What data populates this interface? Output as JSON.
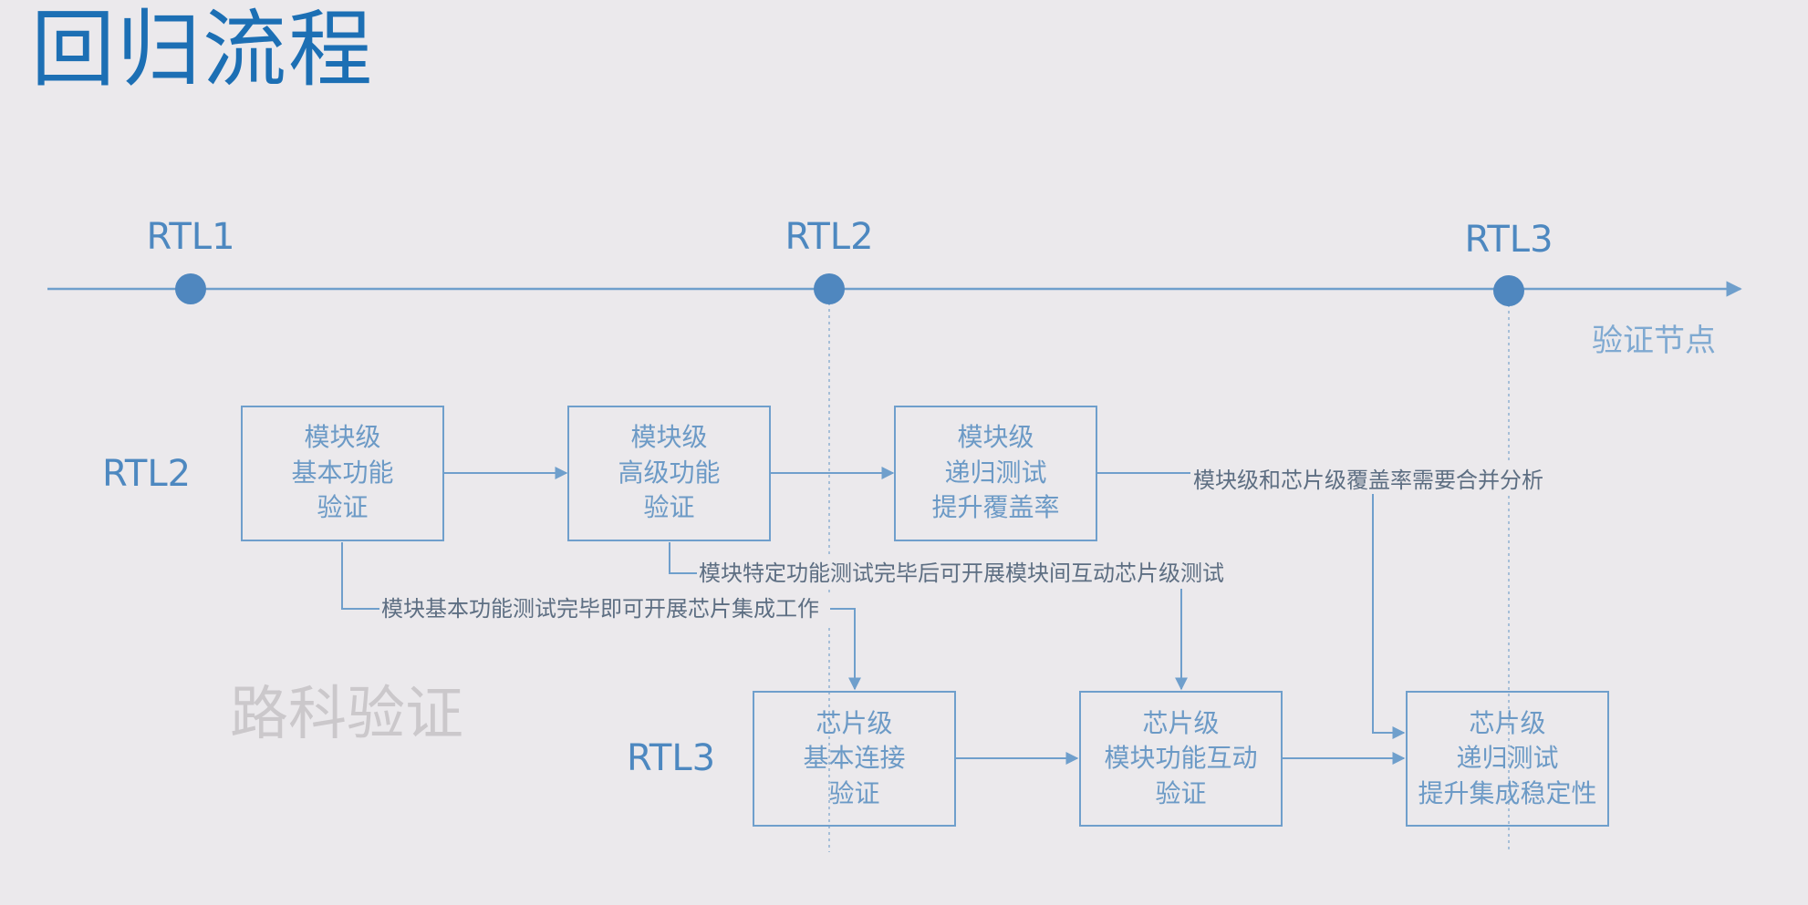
{
  "title": "回归流程",
  "axis": {
    "caption": "验证节点",
    "milestones": [
      "RTL1",
      "RTL2",
      "RTL3"
    ]
  },
  "lanes": {
    "rtl2": "RTL2",
    "rtl3": "RTL3"
  },
  "boxes": {
    "block_basic": [
      "模块级",
      "基本功能",
      "验证"
    ],
    "block_advanced": [
      "模块级",
      "高级功能",
      "验证"
    ],
    "block_regression": [
      "模块级",
      "递归测试",
      "提升覆盖率"
    ],
    "chip_basic": [
      "芯片级",
      "基本连接",
      "验证"
    ],
    "chip_interact": [
      "芯片级",
      "模块功能互动",
      "验证"
    ],
    "chip_regression": [
      "芯片级",
      "递归测试",
      "提升集成稳定性"
    ]
  },
  "notes": {
    "coverage_merge": "模块级和芯片级覆盖率需要合并分析",
    "interaction_start": "模块特定功能测试完毕后可开展模块间互动芯片级测试",
    "integration_start": "模块基本功能测试完毕即可开展芯片集成工作"
  },
  "watermark": "路科验证",
  "colors": {
    "title": "#1c6fb4",
    "line": "#6f9fcc",
    "dot": "#4f87bf",
    "background": "#ebe9ec"
  }
}
